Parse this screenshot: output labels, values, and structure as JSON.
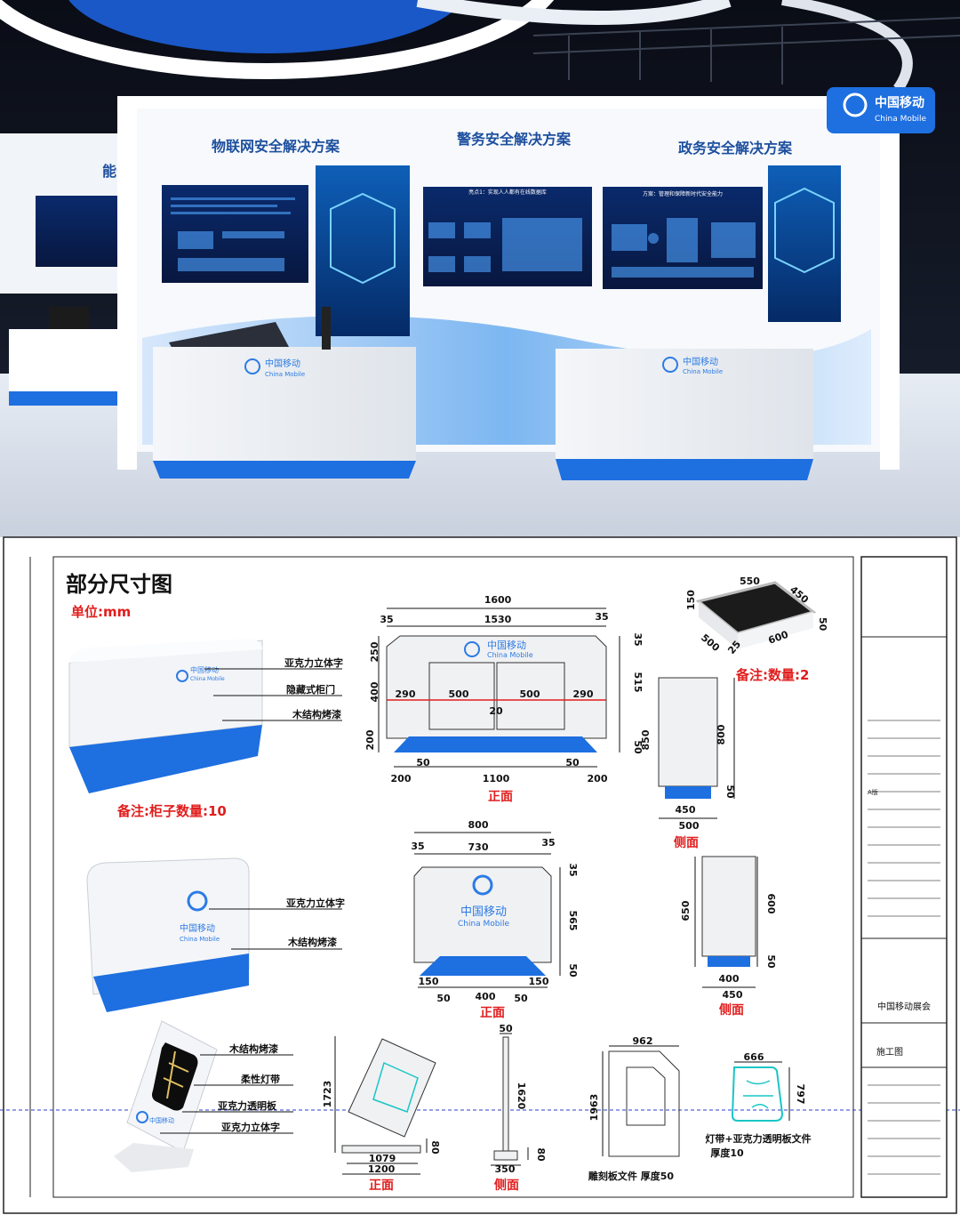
{
  "exhibition": {
    "panel_titles": [
      "物联网安全解决方案",
      "警务安全解决方案",
      "政务安全解决方案"
    ],
    "panel_title_left_cut": "能安",
    "brand": {
      "cn": "中国移动",
      "en": "China Mobile"
    },
    "screen_heading": "亮点1：实现人人都有在线数据库",
    "screen_heading_2": "方案：管理和保障新时代安全能力"
  },
  "drawing": {
    "title": "部分尺寸图",
    "unit": "单位:mm",
    "cabinet_large": {
      "callouts": [
        "亚克力立体字",
        "隐藏式柜门",
        "木结构烤漆"
      ],
      "note": "备注:柜子数量:10",
      "front": {
        "width_total": "1600",
        "width_inner": "1530",
        "chamfer": "35",
        "panels": [
          "290",
          "500",
          "500",
          "290"
        ],
        "gap": "20",
        "heights": [
          "250",
          "400",
          "200"
        ],
        "right_heights": [
          "35",
          "515",
          "50"
        ],
        "overall_height": "850",
        "base": [
          "200",
          "50",
          "1100",
          "50",
          "200"
        ],
        "view_label": "正面"
      },
      "side": {
        "height": "800",
        "base_h": "50",
        "base_w": "450",
        "depth": "500",
        "view_label": "侧面"
      }
    },
    "tray": {
      "dims": [
        "550",
        "450",
        "150",
        "50",
        "500",
        "25",
        "600"
      ],
      "note": "备注:数量:2"
    },
    "cabinet_small": {
      "callouts": [
        "亚克力立体字",
        "木结构烤漆"
      ],
      "front": {
        "width_total": "800",
        "width_inner": "730",
        "chamfer": "35",
        "right_heights": [
          "35",
          "565",
          "50"
        ],
        "base": [
          "150",
          "50",
          "400",
          "50",
          "150"
        ],
        "view_label": "正面"
      },
      "side": {
        "height": "650",
        "inner_height": "600",
        "base_h": "50",
        "base_w": "400",
        "depth": "450",
        "view_label": "侧面"
      }
    },
    "sim_stand": {
      "callouts": [
        "木结构烤漆",
        "柔性灯带",
        "亚克力透明板",
        "亚克力立体字"
      ],
      "front": {
        "height": "1723",
        "base_h": "80",
        "width_a": "1079",
        "width_b": "1200",
        "view_label": "正面"
      },
      "side": {
        "top": "50",
        "height": "1620",
        "base_h": "80",
        "base_w": "350",
        "view_label": "侧面"
      },
      "carve": {
        "width": "962",
        "height": "1963",
        "caption": "雕刻板文件 厚度50"
      },
      "strip": {
        "width": "666",
        "height": "797",
        "caption_1": "灯带+亚克力透明板文件",
        "caption_2": "厚度10"
      }
    },
    "title_block": {
      "project": "中国移动展会",
      "drawing_name": "施工图",
      "size_label": "A版"
    },
    "colors": {
      "brand_blue": "#1e6fe0",
      "note_red": "#e11d1d"
    }
  }
}
